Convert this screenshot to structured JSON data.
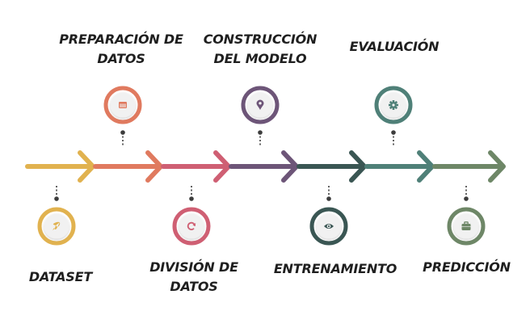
{
  "stages": [
    {
      "label_lines": [
        "DATASET"
      ],
      "color": "#E1B24F",
      "icon": "rocket-icon",
      "side": "below"
    },
    {
      "label_lines": [
        "PREPARACIÓN DE",
        "DATOS"
      ],
      "color": "#E07A5F",
      "icon": "window-icon",
      "side": "above"
    },
    {
      "label_lines": [
        "DIVISIÓN DE",
        "DATOS"
      ],
      "color": "#CF5F73",
      "icon": "refresh-icon",
      "side": "below"
    },
    {
      "label_lines": [
        "CONSTRUCCIÓN",
        "DEL MODELO"
      ],
      "color": "#6D5578",
      "icon": "location-pin-icon",
      "side": "above"
    },
    {
      "label_lines": [
        "ENTRENAMIENTO"
      ],
      "color": "#3A5653",
      "icon": "eye-icon",
      "side": "below"
    },
    {
      "label_lines": [
        "EVALUACIÓN"
      ],
      "color": "#4F8078",
      "icon": "gear-icon",
      "side": "above"
    },
    {
      "label_lines": [
        "PREDICCIÓN"
      ],
      "color": "#6E8767",
      "icon": "briefcase-icon",
      "side": "below"
    }
  ],
  "colors": {
    "connector": "#3c3c3c",
    "circle_fill": "#f1f1f1",
    "label_text": "#1f1f1f"
  }
}
